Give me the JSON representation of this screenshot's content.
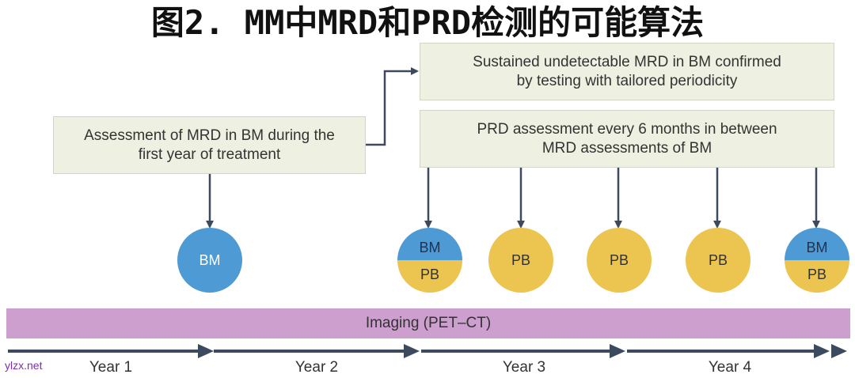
{
  "title": "图2. MM中MRD和PRD检测的可能算法",
  "boxes": {
    "assessment": {
      "line1": "Assessment of MRD in BM during the",
      "line2": "first year of treatment"
    },
    "sustained": {
      "line1": "Sustained undetectable MRD in BM confirmed",
      "line2": "by testing with tailored periodicity"
    },
    "prd": {
      "line1": "PRD assessment every 6 months in between",
      "line2": "MRD assessments of BM"
    }
  },
  "circles": [
    {
      "kind": "single",
      "label": "BM",
      "color": "#4d9ad4"
    },
    {
      "kind": "split",
      "top": "BM",
      "bottom": "PB"
    },
    {
      "kind": "single",
      "label": "PB",
      "color": "#ecc450"
    },
    {
      "kind": "single",
      "label": "PB",
      "color": "#ecc450"
    },
    {
      "kind": "single",
      "label": "PB",
      "color": "#ecc450"
    },
    {
      "kind": "split",
      "top": "BM",
      "bottom": "PB"
    }
  ],
  "imaging_label": "Imaging (PET–CT)",
  "years": [
    "Year 1",
    "Year 2",
    "Year 3",
    "Year 4"
  ],
  "watermark": "ylzx.net",
  "colors": {
    "bm": "#4d9ad4",
    "pb": "#ecc450",
    "imaging": "#cc9fce",
    "arrow": "#3c4a5f",
    "box": "#eef0e2"
  }
}
